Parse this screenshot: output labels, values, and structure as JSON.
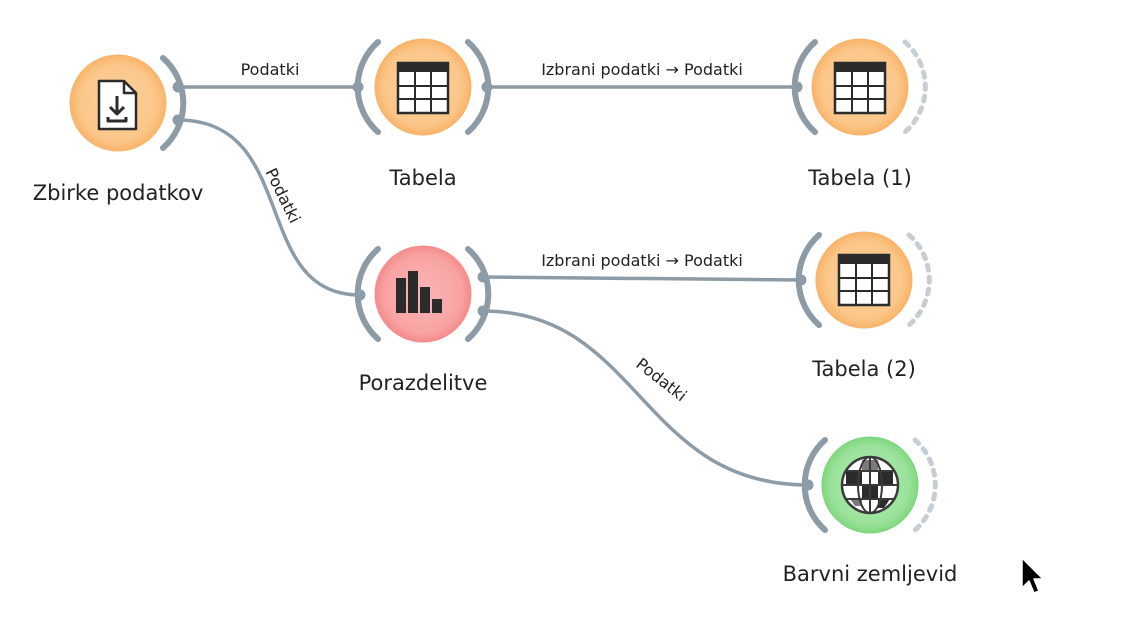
{
  "canvas": {
    "type": "orange-workflow",
    "colors": {
      "link": "#8c9ba6",
      "data_orange": "#fbc689",
      "data_orange_edge": "#f7a74f",
      "visualize_red": "#f9a3a3",
      "visualize_red_edge": "#f27a7a",
      "geo_green": "#9be29b",
      "geo_green_edge": "#6fd06f",
      "icon_dark": "#2b2b2b"
    }
  },
  "nodes": [
    {
      "id": "n1",
      "title": "Zbirke podatkov",
      "icon": "file-download-icon",
      "color": "orange"
    },
    {
      "id": "n2",
      "title": "Tabela",
      "icon": "table-icon",
      "color": "orange"
    },
    {
      "id": "n3",
      "title": "Tabela (1)",
      "icon": "table-icon",
      "color": "orange"
    },
    {
      "id": "n4",
      "title": "Porazdelitve",
      "icon": "bar-chart-icon",
      "color": "red"
    },
    {
      "id": "n5",
      "title": "Tabela (2)",
      "icon": "table-icon",
      "color": "orange"
    },
    {
      "id": "n6",
      "title": "Barvni zemljevid",
      "icon": "globe-icon",
      "color": "green"
    }
  ],
  "links": [
    {
      "id": "l1",
      "from": "n1",
      "to": "n2",
      "label": "Podatki"
    },
    {
      "id": "l2",
      "from": "n2",
      "to": "n3",
      "label": "Izbrani podatki → Podatki"
    },
    {
      "id": "l3",
      "from": "n1",
      "to": "n4",
      "label": "Podatki"
    },
    {
      "id": "l4",
      "from": "n4",
      "to": "n5",
      "label": "Izbrani podatki → Podatki"
    },
    {
      "id": "l5",
      "from": "n4",
      "to": "n6",
      "label": "Podatki"
    }
  ],
  "cursor": {
    "icon": "mouse-pointer-icon"
  }
}
